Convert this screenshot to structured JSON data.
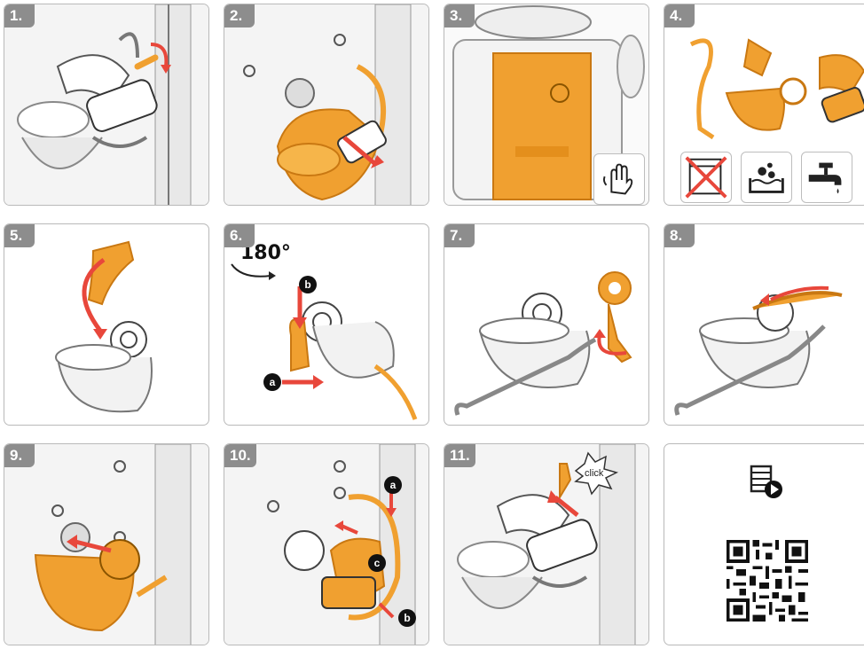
{
  "colors": {
    "part_orange": "#f0a030",
    "part_orange_dark": "#c97812",
    "arrow_red": "#e8473b",
    "outline_gray": "#b9b9b9",
    "label_gray": "#8d8d8d"
  },
  "steps": [
    {
      "label": "1."
    },
    {
      "label": "2."
    },
    {
      "label": "3."
    },
    {
      "label": "4."
    },
    {
      "label": "5."
    },
    {
      "label": "6.",
      "angle_label": "180°",
      "markers": [
        "a",
        "b"
      ]
    },
    {
      "label": "7."
    },
    {
      "label": "8."
    },
    {
      "label": "9."
    },
    {
      "label": "10.",
      "markers": [
        "a",
        "b",
        "c"
      ]
    },
    {
      "label": "11.",
      "click_label": "click"
    },
    {
      "label": ""
    }
  ],
  "icons": {
    "step3": "hand-wipe-icon",
    "step4": [
      "no-dishwasher-icon",
      "soak-water-icon",
      "tap-water-icon"
    ],
    "panel12": [
      "video-icon",
      "qr-code-icon"
    ]
  }
}
